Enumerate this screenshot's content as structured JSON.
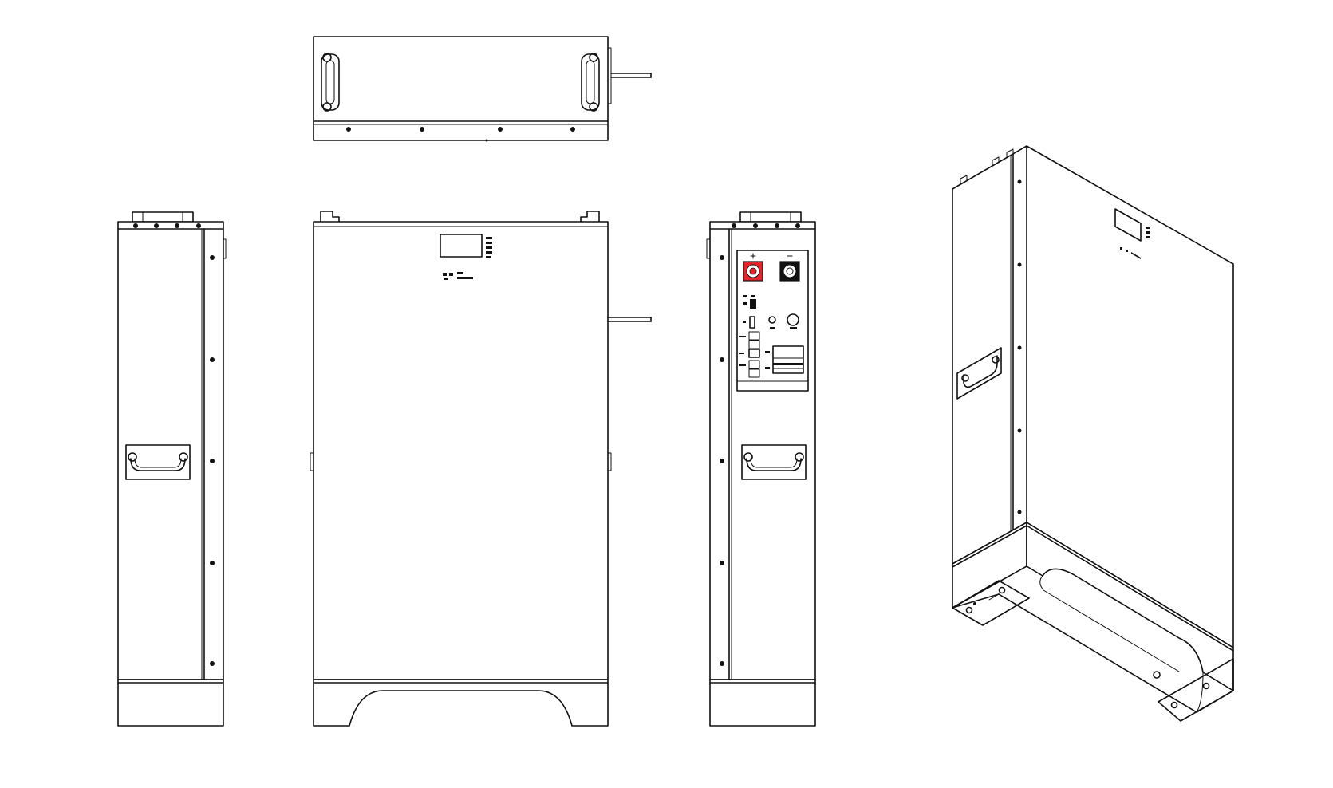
{
  "drawing": {
    "views": [
      {
        "name": "top-view"
      },
      {
        "name": "left-side-view"
      },
      {
        "name": "front-view"
      },
      {
        "name": "right-side-view"
      },
      {
        "name": "isometric-view"
      }
    ],
    "terminals": {
      "positive_color": "#e8242a",
      "negative_color": "#111111"
    },
    "colors": {
      "background": "#ffffff",
      "line": "#111111"
    }
  }
}
